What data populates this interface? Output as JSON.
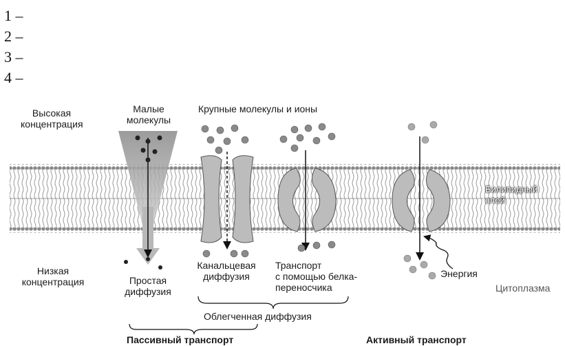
{
  "numbered_list": [
    "1 –",
    "2 –",
    "3 –",
    "4 –"
  ],
  "labels": {
    "high_concentration": "Высокая\nконцентрация",
    "small_molecules": "Малые\nмолекулы",
    "large_molecules_ions": "Крупные молекулы и ионы",
    "bilipid_layer": "Билипидный\nслой",
    "low_concentration": "Низкая\nконцентрация",
    "simple_diffusion": "Простая\nдиффузия",
    "channel_diffusion": "Канальцевая\nдиффузия",
    "carrier_transport": "Транспорт\nс помощью белка-\nпереносчика",
    "energy": "Энергия",
    "cytoplasm": "Цитоплазма",
    "facilitated_diffusion": "Облегченная диффузия",
    "passive_transport": "Пассивный транспорт",
    "active_transport": "Активный транспорт"
  },
  "colors": {
    "membrane_head": "#8a8a8a",
    "protein": "#b5b5b5",
    "molecule": "#777777",
    "cone": "#9a9a9a"
  }
}
